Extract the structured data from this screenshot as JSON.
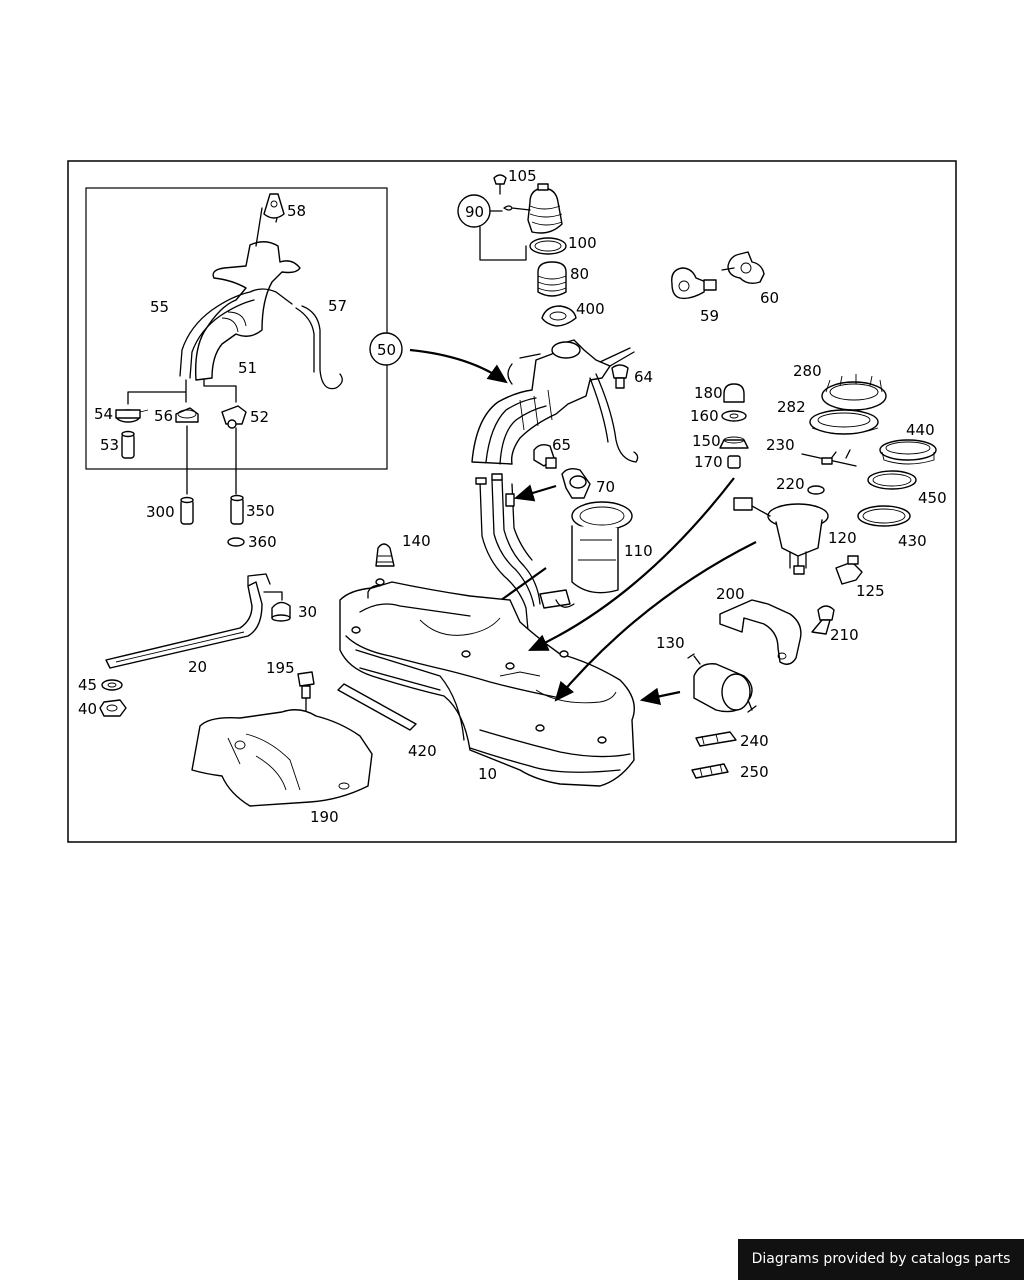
{
  "callouts": {
    "c10": "10",
    "c20": "20",
    "c30": "30",
    "c40": "40",
    "c45": "45",
    "c50": "50",
    "c51": "51",
    "c52": "52",
    "c53": "53",
    "c54": "54",
    "c55": "55",
    "c56": "56",
    "c57": "57",
    "c58": "58",
    "c59": "59",
    "c60": "60",
    "c64": "64",
    "c65": "65",
    "c70": "70",
    "c80": "80",
    "c90": "90",
    "c100": "100",
    "c105": "105",
    "c110": "110",
    "c120": "120",
    "c125": "125",
    "c130": "130",
    "c140": "140",
    "c150": "150",
    "c160": "160",
    "c170": "170",
    "c180": "180",
    "c190": "190",
    "c195": "195",
    "c200": "200",
    "c210": "210",
    "c220": "220",
    "c230": "230",
    "c240": "240",
    "c250": "250",
    "c280": "280",
    "c282": "282",
    "c300": "300",
    "c350": "350",
    "c360": "360",
    "c400": "400",
    "c420": "420",
    "c430": "430",
    "c440": "440",
    "c450": "450"
  },
  "footer": {
    "credit": "Diagrams provided by catalogs parts"
  },
  "colors": {
    "line": "#000000",
    "background": "#ffffff",
    "credit_bg": "#111111",
    "credit_text": "#ffffff"
  }
}
